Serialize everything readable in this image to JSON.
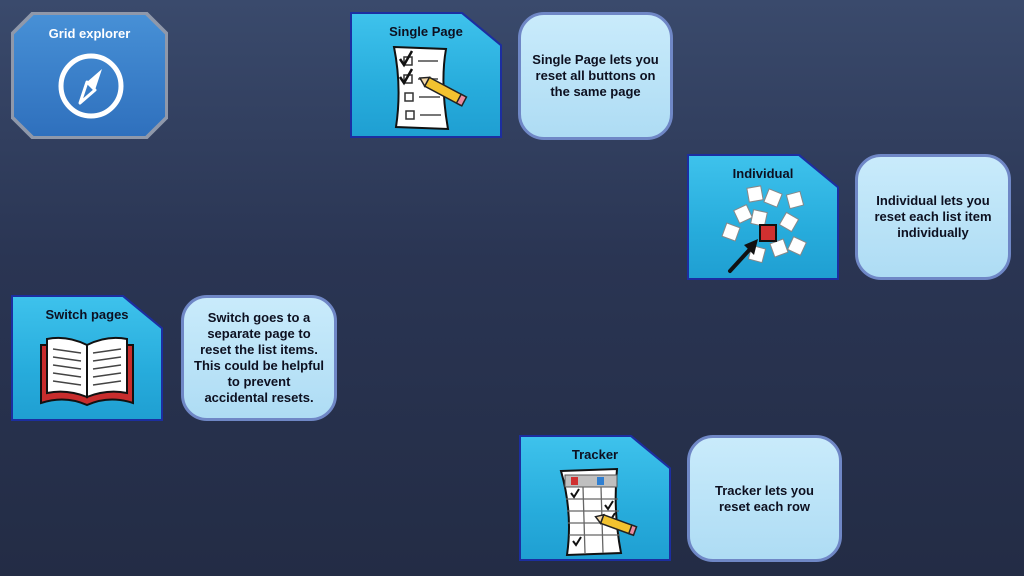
{
  "explorer": {
    "label": "Grid explorer",
    "icon": "compass-icon"
  },
  "tiles": {
    "single_page": {
      "label": "Single Page",
      "icon": "checklist-pencil-icon"
    },
    "individual": {
      "label": "Individual",
      "icon": "scattered-items-pointer-icon"
    },
    "switch_pages": {
      "label": "Switch pages",
      "icon": "open-book-icon"
    },
    "tracker": {
      "label": "Tracker",
      "icon": "tracker-sheet-pencil-icon"
    }
  },
  "bubbles": {
    "single_page": "Single Page lets you reset all buttons on the same page",
    "individual": "Individual lets you reset each list item individually",
    "switch_pages": "Switch goes to a separate page to reset the list items. This could be helpful to prevent accidental resets.",
    "tracker": "Tracker lets you reset each row"
  },
  "colors": {
    "background": "#2a3553",
    "tile_fill": "#27acdc",
    "tile_border": "#1c2ea0",
    "explorer_fill": "#2f70bd",
    "bubble_fill": "#b8e1f6",
    "bubble_border": "#6f87c6",
    "marker_red": "#d03030",
    "marker_blue": "#2f7fd1"
  }
}
